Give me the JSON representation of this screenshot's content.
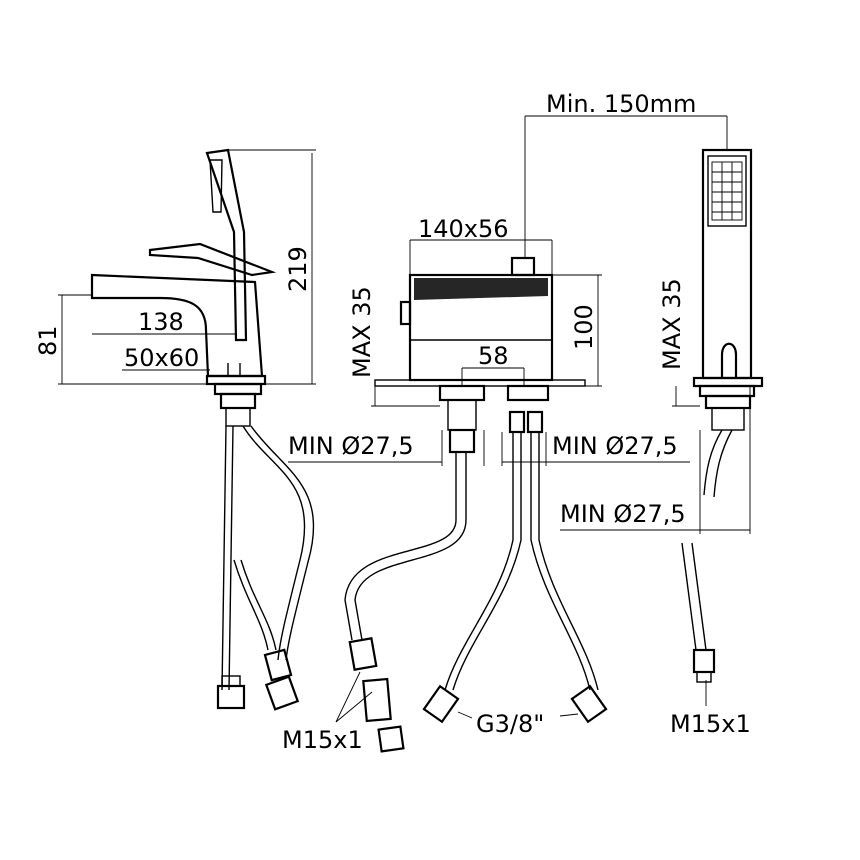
{
  "dimensions": {
    "min_150mm": "Min. 150mm",
    "box_140x56": "140x56",
    "spout_138": "138",
    "base_50x60": "50x60",
    "height_81": "81",
    "height_219": "219",
    "max35_left": "MAX 35",
    "height_100": "100",
    "width_58": "58",
    "max35_right": "MAX 35",
    "min_d27_left": "MIN Ø27,5",
    "min_d27_mid": "MIN Ø27,5",
    "min_d27_right": "MIN Ø27,5"
  },
  "connections": {
    "m15x1_left": "M15x1",
    "g3_8": "G3/8\"",
    "m15x1_right": "M15x1"
  }
}
